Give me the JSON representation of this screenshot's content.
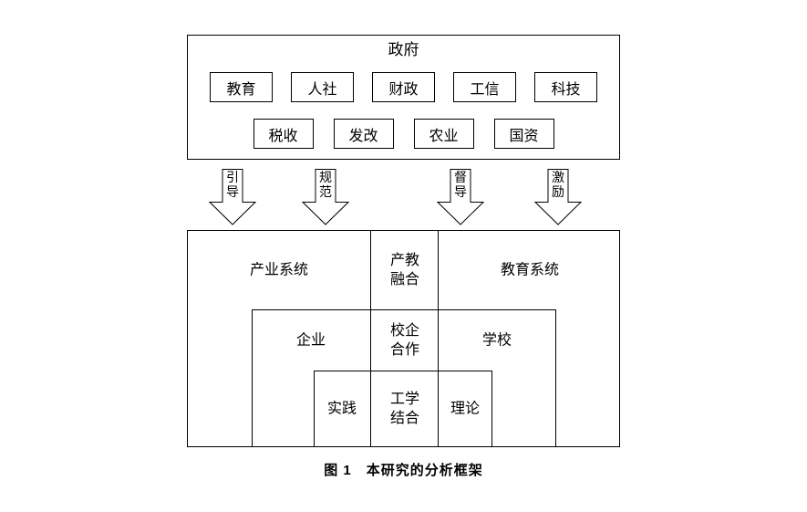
{
  "figure": {
    "government": {
      "title": "政府",
      "row1": [
        "教育",
        "人社",
        "财政",
        "工信",
        "科技"
      ],
      "row2": [
        "税收",
        "发改",
        "农业",
        "国资"
      ]
    },
    "arrows": [
      "引导",
      "规范",
      "督导",
      "激励"
    ],
    "system": {
      "left_top": "产业系统",
      "center_top": "产教融合",
      "right_top": "教育系统",
      "left_mid": "企业",
      "center_mid": "校企合作",
      "right_mid": "学校",
      "left_inner": "实践",
      "center_inner": "工学结合",
      "right_inner": "理论"
    },
    "caption": "图 1　本研究的分析框架"
  },
  "colors": {
    "line": "#000000",
    "background": "#ffffff"
  }
}
